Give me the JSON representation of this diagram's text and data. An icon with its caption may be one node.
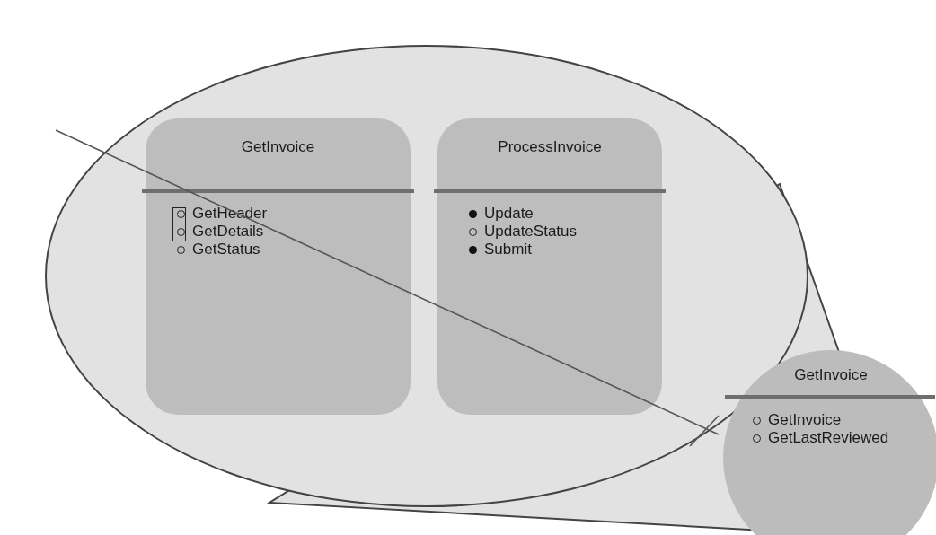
{
  "diagram": {
    "nodes": [
      {
        "text": [],
        "shape": "ellipse"
      },
      {
        "text": [
          "GetInvoice",
          "GetHeader",
          "GetDetails",
          "GetStatus"
        ],
        "in": 0
      },
      {
        "text": [
          "ProcessInvoice",
          "Update",
          "UpdateStatus",
          "Submit"
        ],
        "in": 0
      },
      {
        "text": [
          "GetInvoice",
          "GetInvoice",
          "GetLastReviewed"
        ]
      }
    ]
  }
}
